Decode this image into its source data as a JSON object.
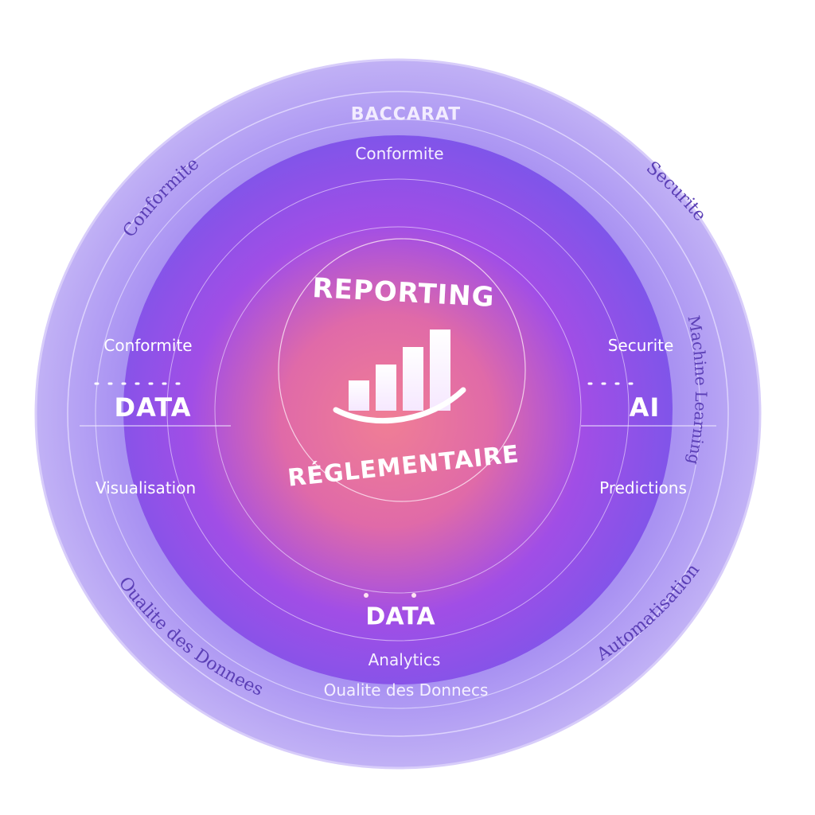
{
  "diagram": {
    "top_title": "BACCARAT",
    "top_sub": "Conformite",
    "center_top": "REPORTING",
    "center_bottom": "RÉGLEMENTAIRE",
    "left": {
      "upper": "Conformite",
      "title": "DATA",
      "lower": "Visualisation"
    },
    "right": {
      "upper": "Securite",
      "title": "AI",
      "lower": "Predictions"
    },
    "bottom": {
      "title": "DATA",
      "sub1": "Analytics",
      "sub2": "Oualite des Donnecs"
    },
    "outer": {
      "top_left": "Conformite",
      "top_right": "Securite",
      "right": "Machine Learning",
      "bottom_left": "Oualite des Donnees",
      "bottom_right": "Automatisation"
    },
    "colors": {
      "outer_ring": "#9b84ee",
      "mid": "#8f48ec",
      "core": "#f06f98",
      "text": "#ffffff",
      "text_outer": "#5b3fb6"
    }
  }
}
